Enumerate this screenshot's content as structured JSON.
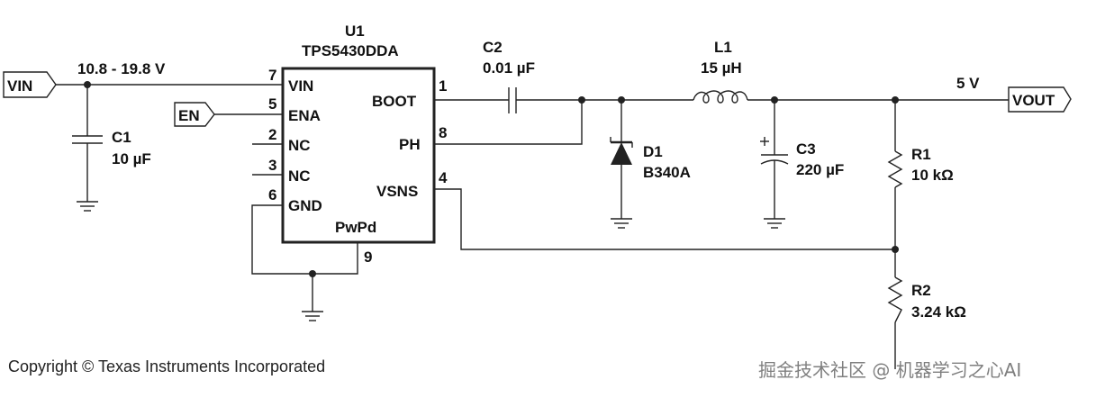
{
  "ic": {
    "ref": "U1",
    "part": "TPS5430DDA",
    "pins": {
      "vin": {
        "name": "VIN",
        "num": "7"
      },
      "ena": {
        "name": "ENA",
        "num": "5"
      },
      "nc1": {
        "name": "NC",
        "num": "2"
      },
      "nc2": {
        "name": "NC",
        "num": "3"
      },
      "gnd": {
        "name": "GND",
        "num": "6"
      },
      "pwpd": {
        "name": "PwPd",
        "num": "9"
      },
      "boot": {
        "name": "BOOT",
        "num": "1"
      },
      "ph": {
        "name": "PH",
        "num": "8"
      },
      "vsns": {
        "name": "VSNS",
        "num": "4"
      }
    }
  },
  "ports": {
    "vin": "VIN",
    "en": "EN",
    "vout": "VOUT"
  },
  "nets": {
    "input_range": "10.8 - 19.8 V",
    "output": "5 V"
  },
  "components": {
    "c1": {
      "ref": "C1",
      "value": "10 µF"
    },
    "c2": {
      "ref": "C2",
      "value": "0.01 µF"
    },
    "l1": {
      "ref": "L1",
      "value": "15 µH"
    },
    "d1": {
      "ref": "D1",
      "value": "B340A"
    },
    "c3": {
      "ref": "C3",
      "value": "220 µF"
    },
    "r1": {
      "ref": "R1",
      "value": "10 kΩ"
    },
    "r2": {
      "ref": "R2",
      "value": "3.24 kΩ"
    }
  },
  "copyright": "Copyright © Texas Instruments Incorporated",
  "watermark": "掘金技术社区 @ 机器学习之心AI"
}
